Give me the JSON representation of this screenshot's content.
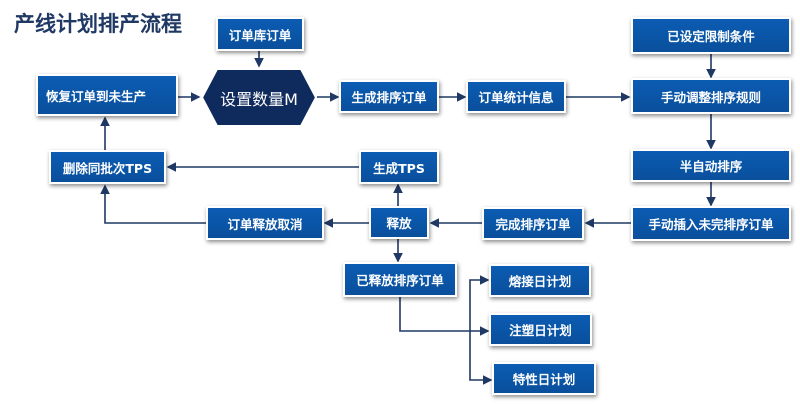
{
  "title": "产线计划排产流程",
  "nodes": {
    "order_pool": "订单库订单",
    "set_quantity": "设置数量M",
    "restore_order": "恢复订单到未生产",
    "generate_sort_order": "生成排序订单",
    "order_statistics": "订单统计信息",
    "preset_constraints": "已设定限制条件",
    "manual_adjust_rules": "手动调整排序规则",
    "semi_auto_sort": "半自动排序",
    "manual_insert": "手动插入未完排序订单",
    "complete_sort_order": "完成排序订单",
    "release": "释放",
    "cancel_release": "订单释放取消",
    "delete_same_batch_tps": "删除同批次TPS",
    "generate_tps": "生成TPS",
    "released_sort_order": "已释放排序订单",
    "welding_plan": "熔接日计划",
    "injection_plan": "注塑日计划",
    "special_plan": "特性日计划"
  },
  "colors": {
    "box": "#0a56a8",
    "hexagon": "#0f2a5c",
    "line": "#1f3864",
    "title": "#1f3864"
  }
}
